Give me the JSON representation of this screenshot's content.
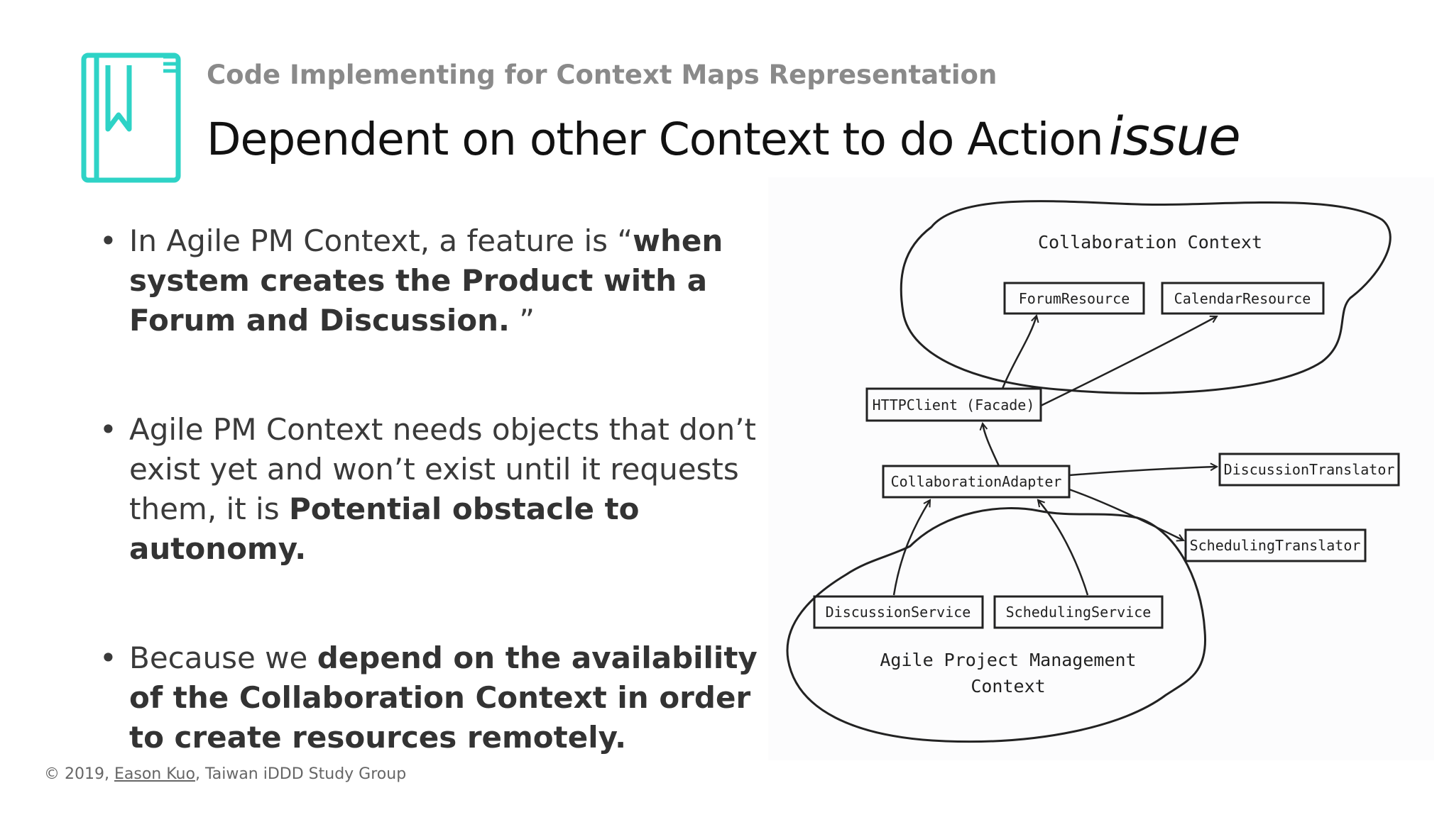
{
  "header": {
    "subtitle": "Code Implementing for Context Maps Representation",
    "title": "Dependent on other Context to do Action",
    "title_emphasis": "issue",
    "logo_icon": "bookmark-book-icon",
    "accent_color": "#2ed3c6"
  },
  "bullets": [
    {
      "parts": [
        {
          "text": "In Agile PM Context, a feature is “",
          "bold": false
        },
        {
          "text": "when system creates the Product with a Forum and Discussion.",
          "bold": true
        },
        {
          "text": " ”",
          "bold": false
        }
      ]
    },
    {
      "parts": [
        {
          "text": "Agile PM Context needs objects that don’t exist yet and won’t exist until it requests them, it is ",
          "bold": false
        },
        {
          "text": "Potential obstacle to autonomy.",
          "bold": true
        }
      ]
    },
    {
      "parts": [
        {
          "text": " Because we ",
          "bold": false
        },
        {
          "text": "depend on the availability of the Collaboration Context in order to create resources remotely.",
          "bold": true
        }
      ]
    }
  ],
  "diagram": {
    "collaboration_context_label": "Collaboration Context",
    "forum_resource": "ForumResource",
    "calendar_resource": "CalendarResource",
    "http_client": "HTTPClient (Facade)",
    "collaboration_adapter": "CollaborationAdapter",
    "discussion_translator": "DiscussionTranslator",
    "scheduling_translator": "SchedulingTranslator",
    "discussion_service": "DiscussionService",
    "scheduling_service": "SchedulingService",
    "agile_context_line1": "Agile Project Management",
    "agile_context_line2": "Context"
  },
  "footer": {
    "prefix": "© 2019, ",
    "author": "Eason Kuo",
    "suffix": ", Taiwan iDDD Study Group"
  }
}
